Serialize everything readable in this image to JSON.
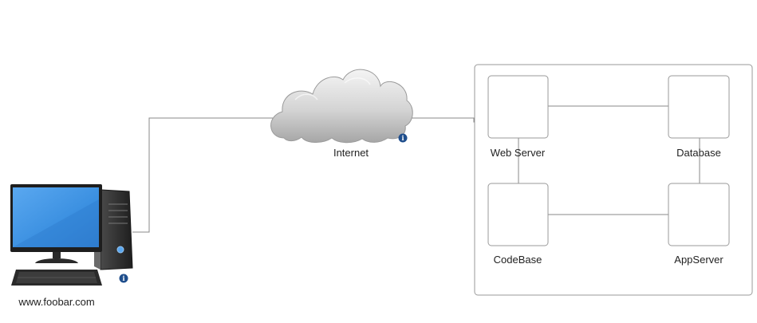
{
  "colors": {
    "line": "#888888",
    "box_border": "#999999",
    "container_border": "#999999",
    "info_badge": "#1f4e8c",
    "screen_blue": "#3a8fe0",
    "tower_dark": "#2d2d2d",
    "cloud_light": "#f0f0f0",
    "cloud_dark": "#a9a9a9"
  },
  "client": {
    "label": "www.foobar.com",
    "icon": "desktop-computer-icon"
  },
  "internet": {
    "label": "Internet",
    "icon": "cloud-icon"
  },
  "info_badge": {
    "glyph": "i",
    "icon": "info-icon"
  },
  "cluster": {
    "nodes": [
      {
        "id": "web-server",
        "label": "Web Server"
      },
      {
        "id": "database",
        "label": "Database"
      },
      {
        "id": "codebase",
        "label": "CodeBase"
      },
      {
        "id": "appserver",
        "label": "AppServer"
      }
    ]
  }
}
